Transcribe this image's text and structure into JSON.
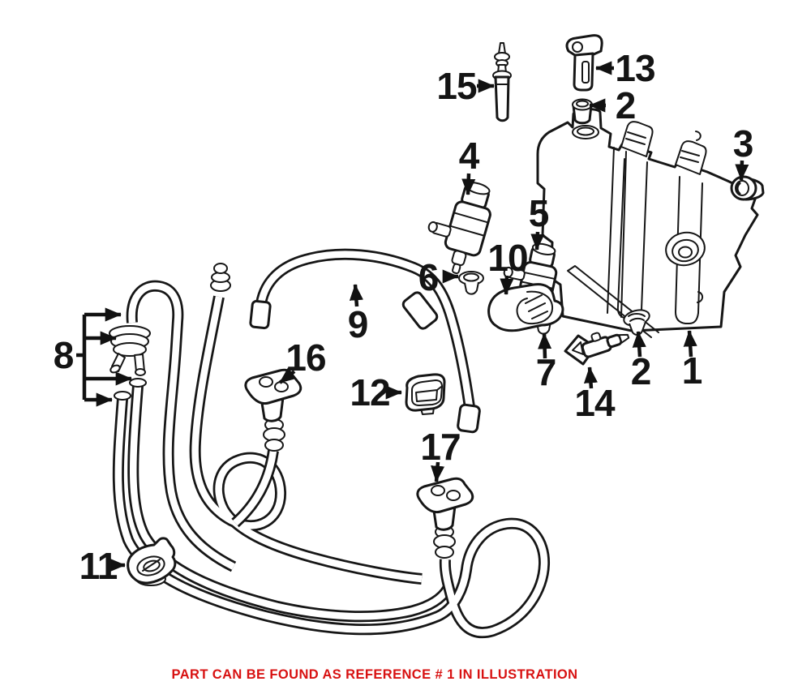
{
  "figure": {
    "type": "exploded-parts-illustration",
    "subject": "washer fluid reservoir, pumps, hoses and nozzles line drawing",
    "background": "#ffffff",
    "line_color": "#161616"
  },
  "callouts": {
    "p1": {
      "ref": "1"
    },
    "p2a": {
      "ref": "2"
    },
    "p2b": {
      "ref": "2"
    },
    "p3": {
      "ref": "3"
    },
    "p4": {
      "ref": "4"
    },
    "p5": {
      "ref": "5"
    },
    "p6": {
      "ref": "6"
    },
    "p7": {
      "ref": "7"
    },
    "p8": {
      "ref": "8"
    },
    "p9": {
      "ref": "9"
    },
    "p10": {
      "ref": "10"
    },
    "p11": {
      "ref": "11"
    },
    "p12": {
      "ref": "12"
    },
    "p13": {
      "ref": "13"
    },
    "p14": {
      "ref": "14"
    },
    "p15": {
      "ref": "15"
    },
    "p16": {
      "ref": "16"
    },
    "p17": {
      "ref": "17"
    }
  },
  "footer": {
    "text": "PART CAN BE FOUND AS REFERENCE # 1 IN ILLUSTRATION",
    "color": "#d81111"
  }
}
